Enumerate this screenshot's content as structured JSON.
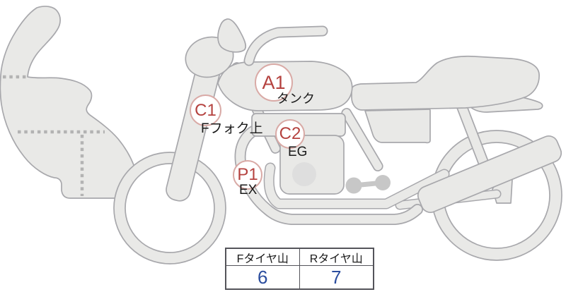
{
  "diagram": {
    "markers": [
      {
        "code": "A1",
        "part": "タンク"
      },
      {
        "code": "C1",
        "part": "Fフォク上"
      },
      {
        "code": "C2",
        "part": "EG"
      },
      {
        "code": "P1",
        "part": "EX"
      }
    ]
  },
  "tire_table": {
    "columns": [
      {
        "header": "Fタイヤ山",
        "value": "6"
      },
      {
        "header": "Rタイヤ山",
        "value": "7"
      }
    ]
  },
  "colors": {
    "marker_text": "#b5423f",
    "marker_border": "#d9aaa6",
    "part_label_text": "#1a1a1a",
    "body_fill": "#e9e9e7",
    "body_stroke": "#a8a8ac",
    "dash_line": "#b3b3b3",
    "table_value_text": "#2b4d9e",
    "table_border": "#54545a"
  }
}
